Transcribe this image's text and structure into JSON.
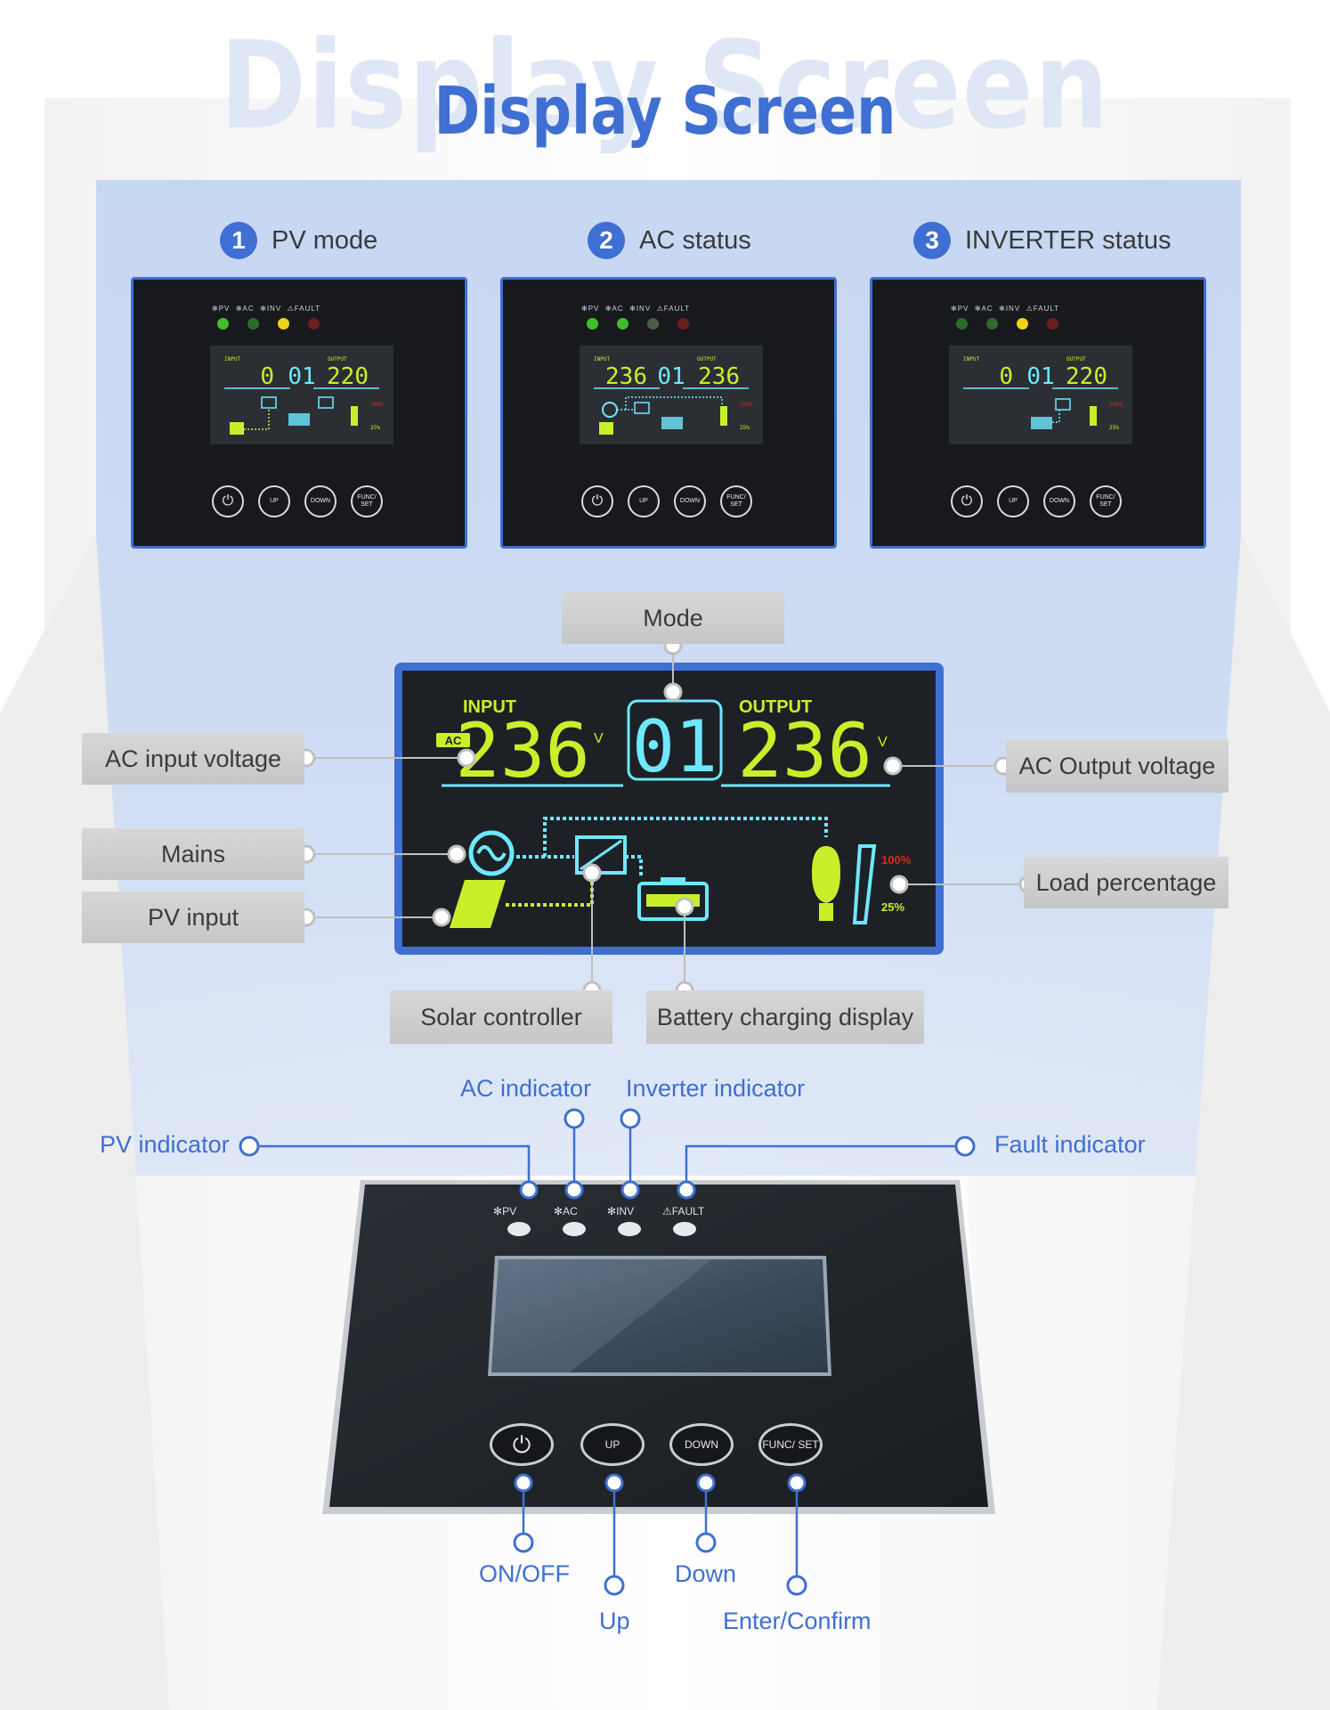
{
  "header": {
    "title": "Display Screen",
    "title_shadow": "Display Screen"
  },
  "modes": [
    {
      "number": "1",
      "label": "PV mode",
      "lcd": {
        "input_value": "0",
        "mode_value": "01",
        "output_value": "220"
      },
      "leds": [
        "#3fbf2a",
        "#2e6b2a",
        "#f2d215",
        "#6b1f1f"
      ]
    },
    {
      "number": "2",
      "label": "AC status",
      "lcd": {
        "input_value": "236",
        "mode_value": "01",
        "output_value": "236"
      },
      "leds": [
        "#3fbf2a",
        "#3fbf2a",
        "#4b5d45",
        "#6b1f1f"
      ]
    },
    {
      "number": "3",
      "label": "INVERTER status",
      "lcd": {
        "input_value": "0",
        "mode_value": "01",
        "output_value": "220"
      },
      "leds": [
        "#2e6b2a",
        "#2e6b2a",
        "#f2d215",
        "#6b1f1f"
      ]
    }
  ],
  "panel_indicators": {
    "pv": "PV",
    "ac": "AC",
    "inv": "INV",
    "fault": "FAULT"
  },
  "panel_buttons": {
    "up": "UP",
    "down": "DOWN",
    "func": "FUNC/ SET"
  },
  "lcd_main": {
    "input_label": "INPUT",
    "output_label": "OUTPUT",
    "ac_tag": "AC",
    "input_value": "236",
    "mode_value": "01",
    "output_value": "236",
    "unit": "V",
    "load_high": "100%",
    "load_low": "25%"
  },
  "callouts": {
    "mode": "Mode",
    "ac_input_voltage": "AC input voltage",
    "mains": "Mains",
    "pv_input": "PV input",
    "ac_output_voltage": "AC Output voltage",
    "load_percentage": "Load percentage",
    "solar_controller": "Solar controller",
    "battery_charging_display": "Battery charging display"
  },
  "indicators": {
    "pv": "PV indicator",
    "ac": "AC indicator",
    "inverter": "Inverter indicator",
    "fault": "Fault indicator"
  },
  "buttons": {
    "on_off": "ON/OFF",
    "up": "Up",
    "down": "Down",
    "enter": "Enter/Confirm"
  },
  "colors": {
    "accent": "#3f6fd2",
    "lcd_green": "#c8f02a",
    "lcd_cyan": "#6fe8ff",
    "load_red": "#e3231d"
  }
}
